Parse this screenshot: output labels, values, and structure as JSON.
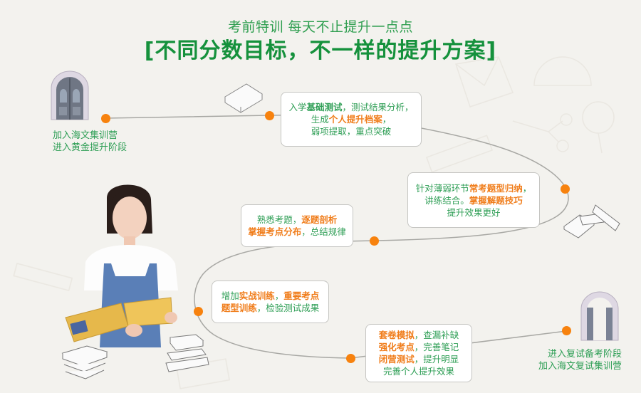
{
  "header": {
    "subtitle": "考前特训 每天不止提升一点点",
    "title": "[不同分数目标，不一样的提升方案]"
  },
  "start": {
    "icon": "closed-gate-icon",
    "lines": [
      "加入海文集训营",
      "进入黄金提升阶段"
    ]
  },
  "end": {
    "icon": "open-gate-icon",
    "lines": [
      "进入复试备考阶段",
      "加入海文复试集训营"
    ]
  },
  "steps": [
    {
      "lines": [
        [
          {
            "t": "入学",
            "c": "g"
          },
          {
            "t": "基础测试",
            "c": "gb"
          },
          {
            "t": "，测试结果分析，",
            "c": "g"
          }
        ],
        [
          {
            "t": "生成",
            "c": "g"
          },
          {
            "t": "个人提升档案",
            "c": "o"
          },
          {
            "t": "，",
            "c": "g"
          }
        ],
        [
          {
            "t": "弱项提取，重点突破",
            "c": "g"
          }
        ]
      ]
    },
    {
      "lines": [
        [
          {
            "t": "针对薄弱环节",
            "c": "g"
          },
          {
            "t": "常考题型归纳",
            "c": "o"
          },
          {
            "t": "，",
            "c": "g"
          }
        ],
        [
          {
            "t": "讲练结合。",
            "c": "g"
          },
          {
            "t": "掌握解题技巧",
            "c": "o"
          }
        ],
        [
          {
            "t": "提升效果更好",
            "c": "g"
          }
        ]
      ]
    },
    {
      "lines": [
        [
          {
            "t": "熟悉考题，",
            "c": "g"
          },
          {
            "t": "逐题剖析",
            "c": "o"
          }
        ],
        [
          {
            "t": "掌握考点分布",
            "c": "o"
          },
          {
            "t": "，总结规律",
            "c": "g"
          }
        ]
      ]
    },
    {
      "lines": [
        [
          {
            "t": "增加",
            "c": "g"
          },
          {
            "t": "实战训练",
            "c": "o"
          },
          {
            "t": "，",
            "c": "g"
          },
          {
            "t": "重要考点",
            "c": "o"
          }
        ],
        [
          {
            "t": "题型训练",
            "c": "o"
          },
          {
            "t": "，检验测试成果",
            "c": "g"
          }
        ]
      ]
    },
    {
      "lines": [
        [
          {
            "t": "套卷模拟",
            "c": "o"
          },
          {
            "t": "，查漏补缺",
            "c": "g"
          }
        ],
        [
          {
            "t": "强化考点",
            "c": "o"
          },
          {
            "t": "，完善笔记",
            "c": "g"
          }
        ],
        [
          {
            "t": "闭营测试",
            "c": "o"
          },
          {
            "t": "，提升明显",
            "c": "g"
          }
        ],
        [
          {
            "t": "完善个人提升效果",
            "c": "g"
          }
        ]
      ]
    }
  ],
  "decor": {
    "student_photo": "student-reading-book-illustration",
    "books": [
      "book-stack-icon",
      "scattered-books-icon",
      "book-pile-icon",
      "book-pile-icon"
    ]
  },
  "colors": {
    "accent_green": "#15913c",
    "text_green": "#2e9e55",
    "accent_orange": "#f07d1b",
    "dot_orange": "#f7820e",
    "path_gray": "#a8a8a4",
    "background": "#f3f2ee"
  }
}
